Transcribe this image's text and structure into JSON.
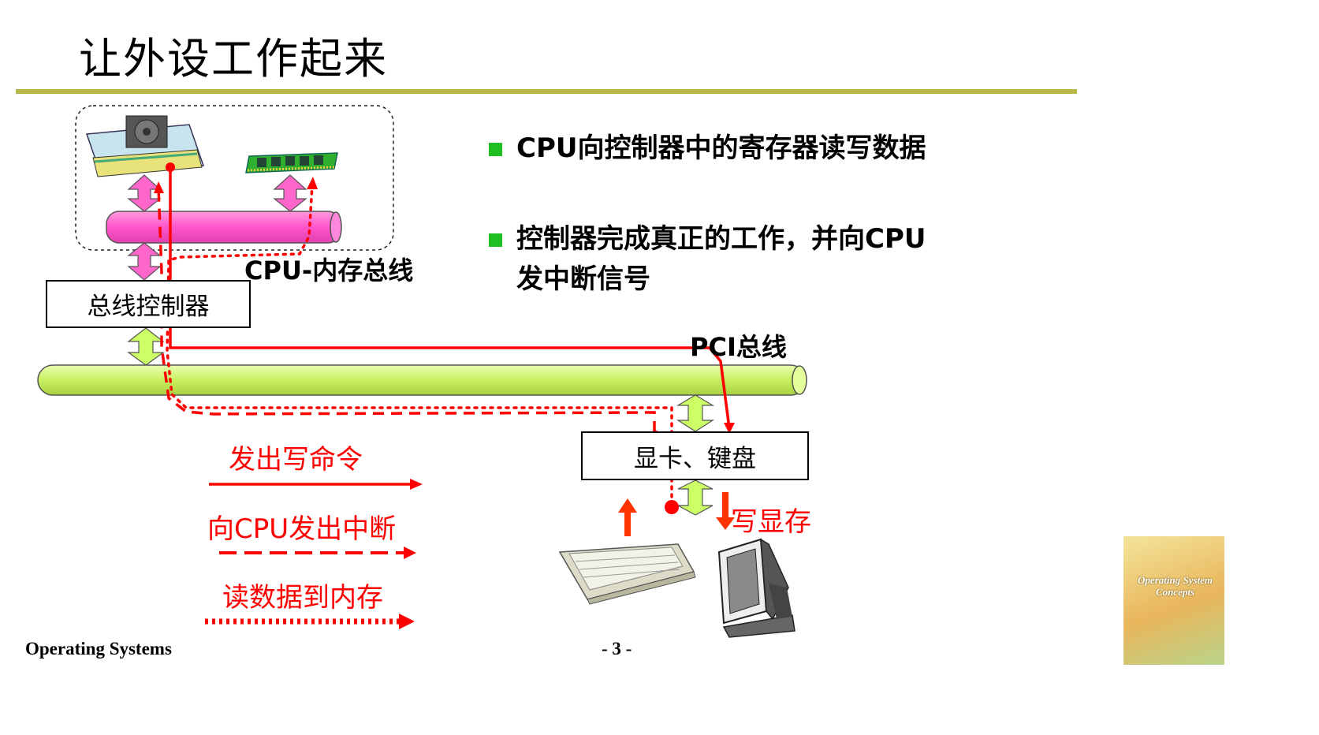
{
  "slide": {
    "title": "让外设工作起来"
  },
  "diagram": {
    "cpu_memory_bus_label": "CPU-内存总线",
    "bus_controller_label": "总线控制器",
    "pci_bus_label": "PCI总线",
    "display_keyboard_label": "显卡、键盘",
    "write_vram_label": "写显存"
  },
  "legend": {
    "write_command": "发出写命令",
    "interrupt": "向CPU发出中断",
    "read_to_memory": "读数据到内存"
  },
  "bullets": [
    {
      "text": "CPU向控制器中的寄存器读写数据"
    },
    {
      "text": "控制器完成真正的工作，并向CPU发中断信号"
    }
  ],
  "book_cover": {
    "title": "Operating System Concepts"
  },
  "footer": {
    "left": "Operating Systems",
    "page": "- 3 -"
  },
  "colors": {
    "title_rule": "#b9b84a",
    "path_red": "#ff0000",
    "memory_bus": "#ff66cc",
    "pci_bus": "#ccff66",
    "bullet": "#1fbf1f"
  }
}
